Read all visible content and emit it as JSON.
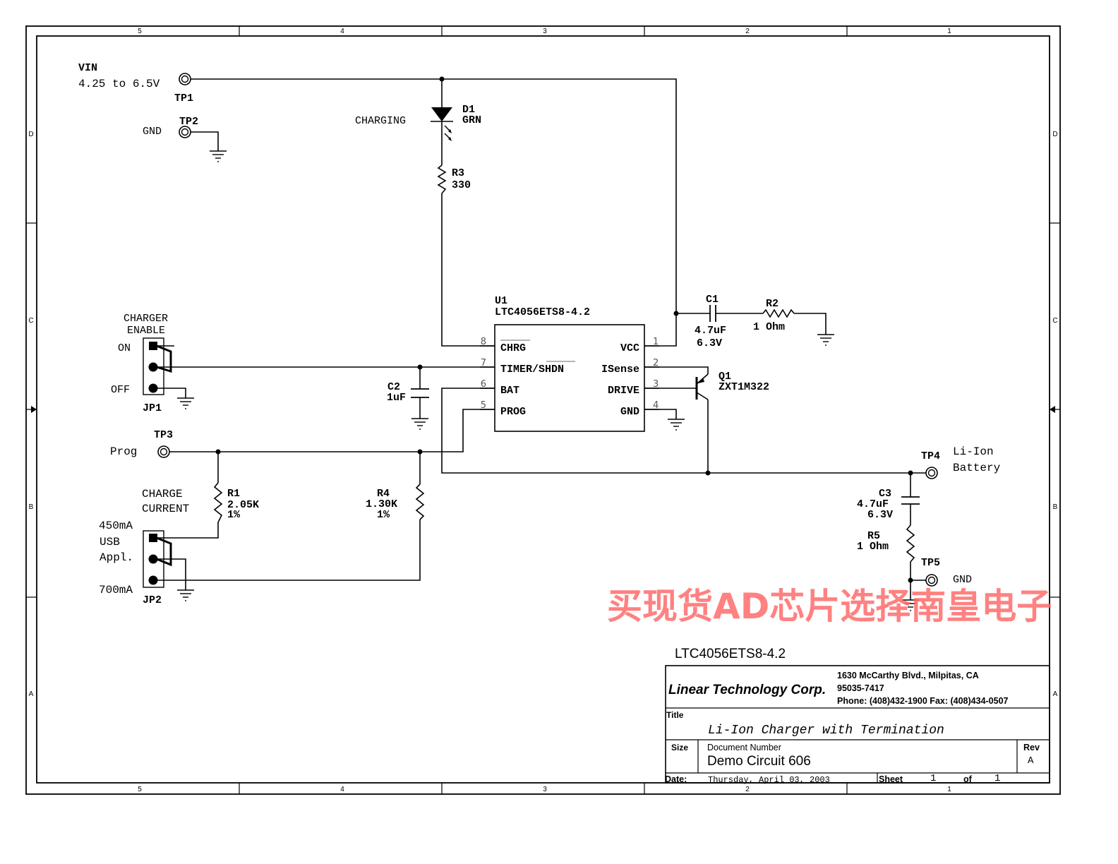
{
  "frame": {
    "column_labels": [
      "5",
      "4",
      "3",
      "2",
      "1"
    ],
    "row_labels": [
      "D",
      "C",
      "B",
      "A"
    ]
  },
  "power": {
    "vin_label": "VIN",
    "vin_range": "4.25 to 6.5V",
    "tp1": "TP1",
    "tp2": "TP2",
    "gnd_label": "GND"
  },
  "led": {
    "net_label": "CHARGING",
    "ref": "D1",
    "value": "GRN"
  },
  "r3": {
    "ref": "R3",
    "value": "330"
  },
  "u1": {
    "ref": "U1",
    "part": "LTC4056ETS8-4.2",
    "left_pins": [
      {
        "num": "8",
        "name": "CHRG"
      },
      {
        "num": "7",
        "name": "TIMER/SHDN"
      },
      {
        "num": "6",
        "name": "BAT"
      },
      {
        "num": "5",
        "name": "PROG"
      }
    ],
    "right_pins": [
      {
        "num": "1",
        "name": "VCC"
      },
      {
        "num": "2",
        "name": "ISense"
      },
      {
        "num": "3",
        "name": "DRIVE"
      },
      {
        "num": "4",
        "name": "GND"
      }
    ]
  },
  "c1": {
    "ref": "C1",
    "value": "4.7uF",
    "rating": "6.3V"
  },
  "r2": {
    "ref": "R2",
    "value": "1 Ohm"
  },
  "q1": {
    "ref": "Q1",
    "part": "ZXT1M322"
  },
  "jp1": {
    "title_line1": "CHARGER",
    "title_line2": "ENABLE",
    "on_label": "ON",
    "off_label": "OFF",
    "ref": "JP1"
  },
  "c2": {
    "ref": "C2",
    "value": "1uF"
  },
  "tp3": {
    "ref": "TP3",
    "label": "Prog"
  },
  "r1": {
    "ref": "R1",
    "value": "2.05K",
    "tolerance": "1%"
  },
  "r4": {
    "ref": "R4",
    "value": "1.30K",
    "tolerance": "1%"
  },
  "jp2": {
    "title_line1": "CHARGE",
    "title_line2": "CURRENT",
    "opt1": "450mA",
    "opt1b": "USB",
    "opt1c": "Appl.",
    "opt2": "700mA",
    "ref": "JP2"
  },
  "battery": {
    "tp4": "TP4",
    "label_line1": "Li-Ion",
    "label_line2": "Battery",
    "tp5": "TP5",
    "gnd_label": "GND"
  },
  "c3": {
    "ref": "C3",
    "value": "4.7uF",
    "rating": "6.3V"
  },
  "r5": {
    "ref": "R5",
    "value": "1 Ohm"
  },
  "watermark": "买现货AD芯片选择南皇电子",
  "title_block": {
    "part_heading": "LTC4056ETS8-4.2",
    "company": "Linear Technology Corp.",
    "address1": "1630 McCarthy Blvd., Milpitas, CA",
    "address2": "95035-7417",
    "phone": "Phone: (408)432-1900 Fax: (408)434-0507",
    "title_label": "Title",
    "title": "Li-Ion Charger with Termination",
    "size_label": "Size",
    "doc_label": "Document Number",
    "doc_number": "Demo Circuit 606",
    "rev_label": "Rev",
    "rev": "A",
    "date_label": "Date:",
    "date": "Thursday, April 03, 2003",
    "sheet_label": "Sheet",
    "sheet": "1",
    "of_label": "of",
    "sheet_total": "1"
  }
}
